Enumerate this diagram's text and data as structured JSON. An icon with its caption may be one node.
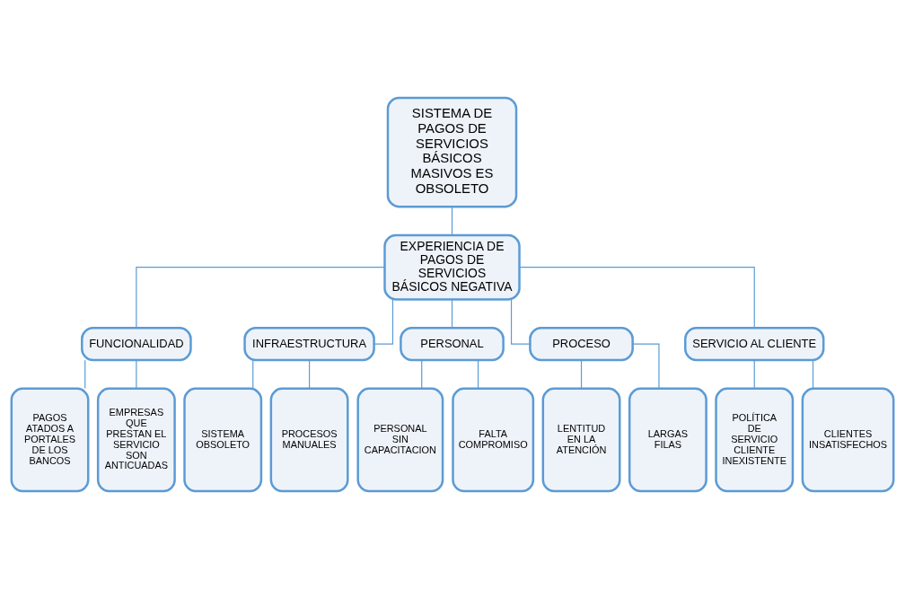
{
  "diagram": {
    "nodes": [
      {
        "text": [
          "SISTEMA DE PAGOS DE SERVICIOS BÁSICOS MASIVOS ES OBSOLETO"
        ]
      },
      {
        "text": [
          "EXPERIENCIA DE PAGOS DE SERVICIOS BÁSICOS NEGATIVA"
        ]
      },
      {
        "text": [
          "FUNCIONALIDAD"
        ]
      },
      {
        "text": [
          "INFRAESTRUCTURA"
        ]
      },
      {
        "text": [
          "PERSONAL"
        ]
      },
      {
        "text": [
          "PROCESO"
        ]
      },
      {
        "text": [
          "SERVICIO AL CLIENTE"
        ]
      },
      {
        "text": [
          "PAGOS ATADOS A PORTALES DE LOS BANCOS"
        ]
      },
      {
        "text": [
          "EMPRESAS QUE PRESTAN EL SERVICIO SON ANTICUADAS"
        ]
      },
      {
        "text": [
          "SISTEMA OBSOLETO"
        ]
      },
      {
        "text": [
          "PROCESOS MANUALES"
        ]
      },
      {
        "text": [
          "PERSONAL SIN CAPACITACION"
        ]
      },
      {
        "text": [
          "FALTA COMPROMISO"
        ]
      },
      {
        "text": [
          "LENTITUD EN LA ATENCIÓN"
        ]
      },
      {
        "text": [
          "LARGAS FILAS"
        ]
      },
      {
        "text": [
          "POLÍTICA DE SERVICIO CLIENTE INEXISTENTE"
        ]
      },
      {
        "text": [
          "CLIENTES INSATISFECHOS"
        ]
      }
    ],
    "edges": [
      {
        "from": 0,
        "to": 1,
        "arrow": "none"
      },
      {
        "from": 1,
        "to": 2,
        "arrow": "none"
      },
      {
        "from": 1,
        "to": 3,
        "arrow": "none"
      },
      {
        "from": 1,
        "to": 4,
        "arrow": "none"
      },
      {
        "from": 1,
        "to": 5,
        "arrow": "none"
      },
      {
        "from": 1,
        "to": 6,
        "arrow": "none"
      },
      {
        "from": 2,
        "to": 7,
        "arrow": "none"
      },
      {
        "from": 2,
        "to": 8,
        "arrow": "none"
      },
      {
        "from": 3,
        "to": 9,
        "arrow": "none"
      },
      {
        "from": 3,
        "to": 10,
        "arrow": "none"
      },
      {
        "from": 4,
        "to": 11,
        "arrow": "none"
      },
      {
        "from": 4,
        "to": 12,
        "arrow": "none"
      },
      {
        "from": 5,
        "to": 13,
        "arrow": "none"
      },
      {
        "from": 5,
        "to": 14,
        "arrow": "none"
      },
      {
        "from": 6,
        "to": 15,
        "arrow": "none"
      },
      {
        "from": 6,
        "to": 16,
        "arrow": "none"
      }
    ]
  }
}
